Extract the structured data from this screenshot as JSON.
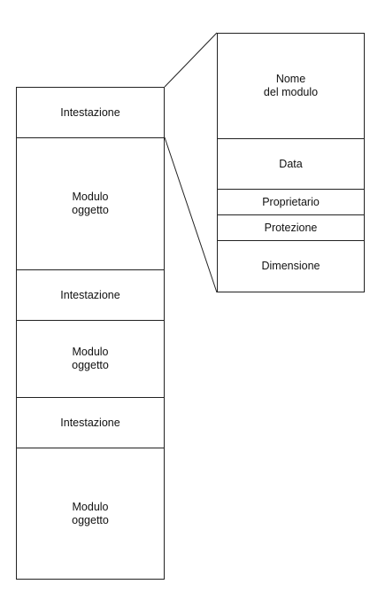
{
  "left_column": {
    "blocks": [
      {
        "label": "Intestazione",
        "kind": "header"
      },
      {
        "label": "Modulo\noggetto",
        "kind": "module"
      },
      {
        "label": "Intestazione",
        "kind": "header"
      },
      {
        "label": "Modulo\noggetto",
        "kind": "module"
      },
      {
        "label": "Intestazione",
        "kind": "header"
      },
      {
        "label": "Modulo\noggetto",
        "kind": "module"
      }
    ]
  },
  "right_column": {
    "fields": [
      {
        "label": "Nome\ndel modulo"
      },
      {
        "label": "Data"
      },
      {
        "label": "Proprietario"
      },
      {
        "label": "Protezione"
      },
      {
        "label": "Dimensione"
      }
    ]
  },
  "colors": {
    "line": "#222222",
    "background": "#ffffff",
    "text": "#111111"
  }
}
